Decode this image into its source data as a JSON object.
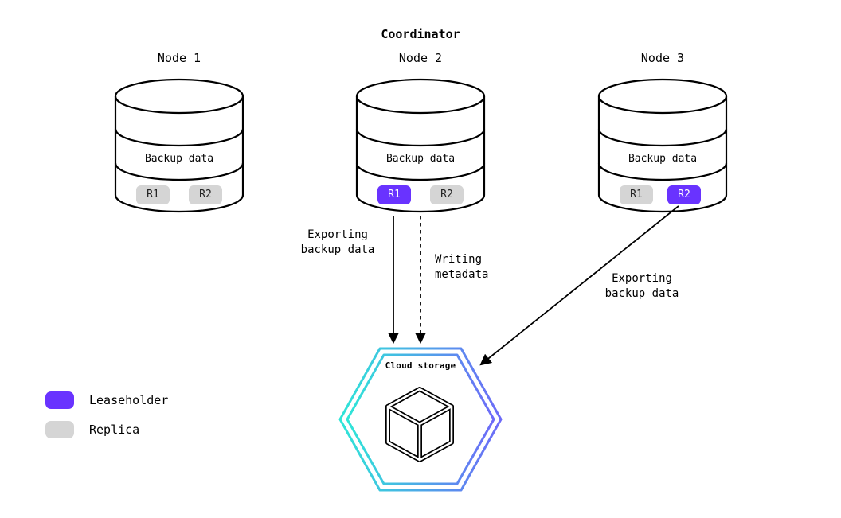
{
  "title": "Coordinator",
  "nodes": [
    {
      "label": "Node 1",
      "data_label": "Backup data",
      "replicas": [
        {
          "label": "R1",
          "role": "replica"
        },
        {
          "label": "R2",
          "role": "replica"
        }
      ]
    },
    {
      "label": "Node 2",
      "data_label": "Backup data",
      "replicas": [
        {
          "label": "R1",
          "role": "leaseholder"
        },
        {
          "label": "R2",
          "role": "replica"
        }
      ]
    },
    {
      "label": "Node 3",
      "data_label": "Backup data",
      "replicas": [
        {
          "label": "R1",
          "role": "replica"
        },
        {
          "label": "R2",
          "role": "leaseholder"
        }
      ]
    }
  ],
  "arrows": [
    {
      "from": "node2-r1",
      "to": "cloud-storage",
      "style": "solid",
      "line1": "Exporting",
      "line2": "backup data"
    },
    {
      "from": "node2",
      "to": "cloud-storage",
      "style": "dashed",
      "line1": "Writing",
      "line2": "metadata"
    },
    {
      "from": "node3-r2",
      "to": "cloud-storage",
      "style": "solid",
      "line1": "Exporting",
      "line2": "backup data"
    }
  ],
  "cloud_storage": {
    "label": "Cloud storage",
    "icon": "cube-icon"
  },
  "legend": [
    {
      "label": "Leaseholder",
      "color": "#6933ff"
    },
    {
      "label": "Replica",
      "color": "#d5d5d5"
    }
  ],
  "colors": {
    "leaseholder": "#6933ff",
    "replica": "#d5d5d5",
    "stroke": "#000000",
    "hex_gradient_start": "#2ee6d7",
    "hex_gradient_end": "#6d6af8"
  }
}
